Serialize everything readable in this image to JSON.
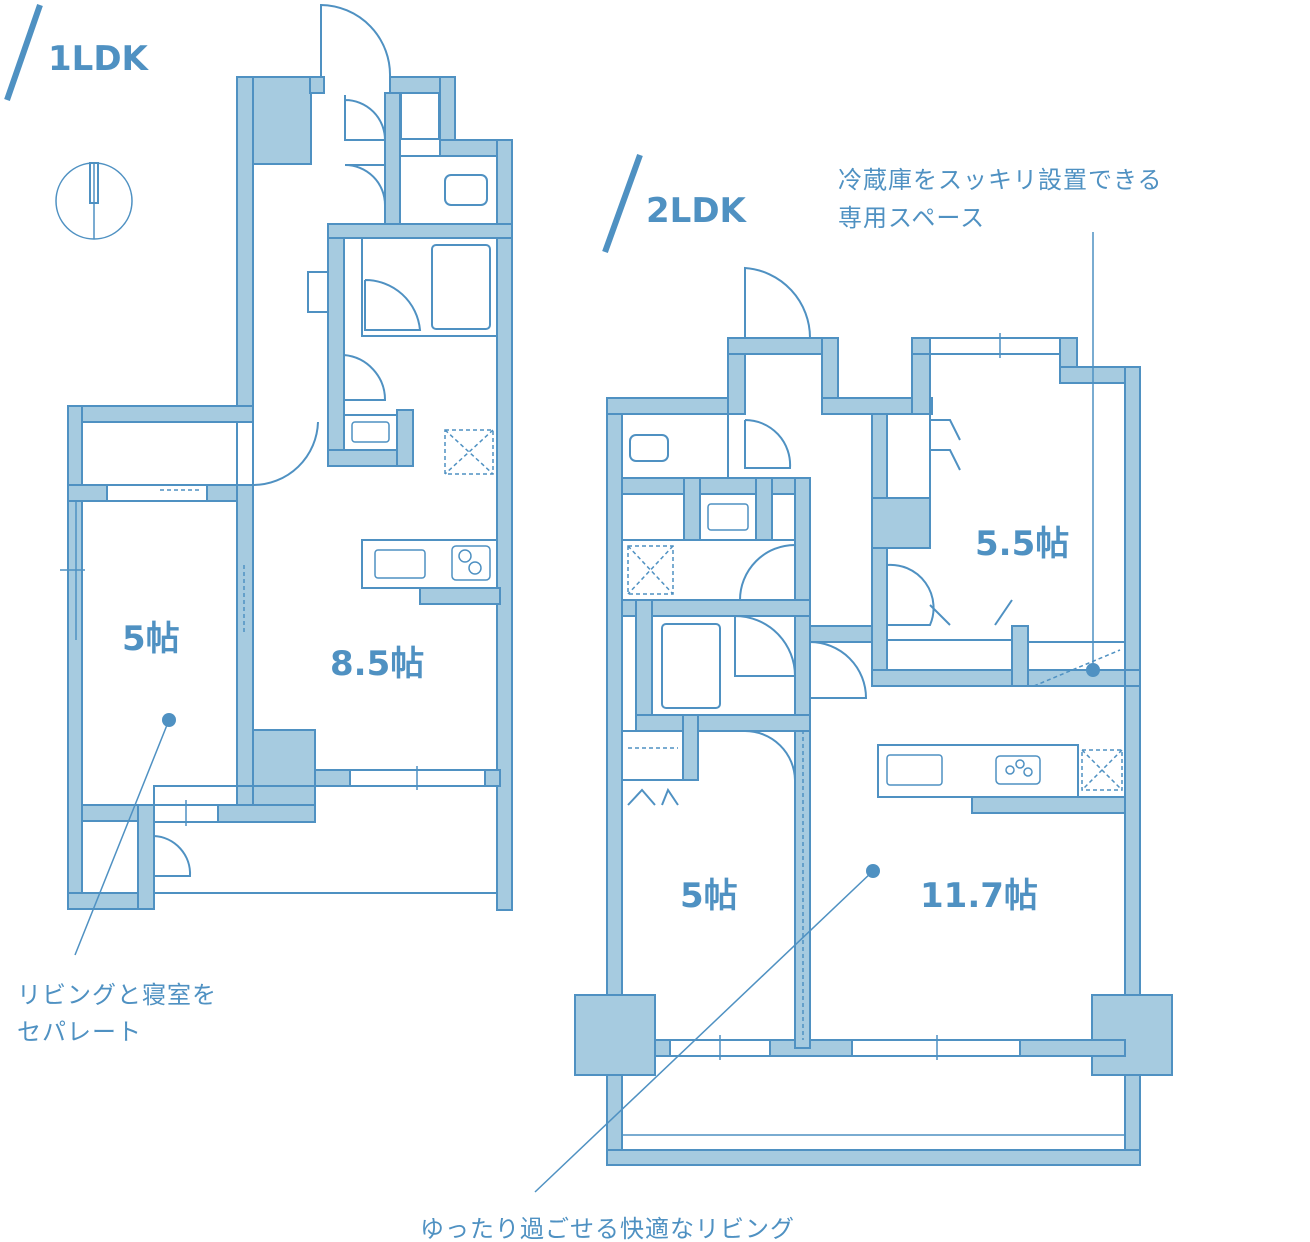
{
  "plans": {
    "one": {
      "title": "1LDK",
      "rooms": {
        "bedroom": "5帖",
        "living": "8.5帖"
      },
      "note": {
        "line1": "リビングと寝室を",
        "line2": "セパレート"
      }
    },
    "two": {
      "title": "2LDK",
      "rooms": {
        "room_a": "5.5帖",
        "room_b": "5帖",
        "living": "11.7帖"
      },
      "note_fridge": {
        "line1": "冷蔵庫をスッキリ設置できる",
        "line2": "専用スペース"
      },
      "note_living": "ゆったり過ごせる快適なリビング"
    }
  },
  "colors": {
    "accent": "#4f91c2",
    "wall_fill": "#a6cbe0",
    "background": "#ffffff"
  },
  "icons": [
    "compass-icon"
  ]
}
